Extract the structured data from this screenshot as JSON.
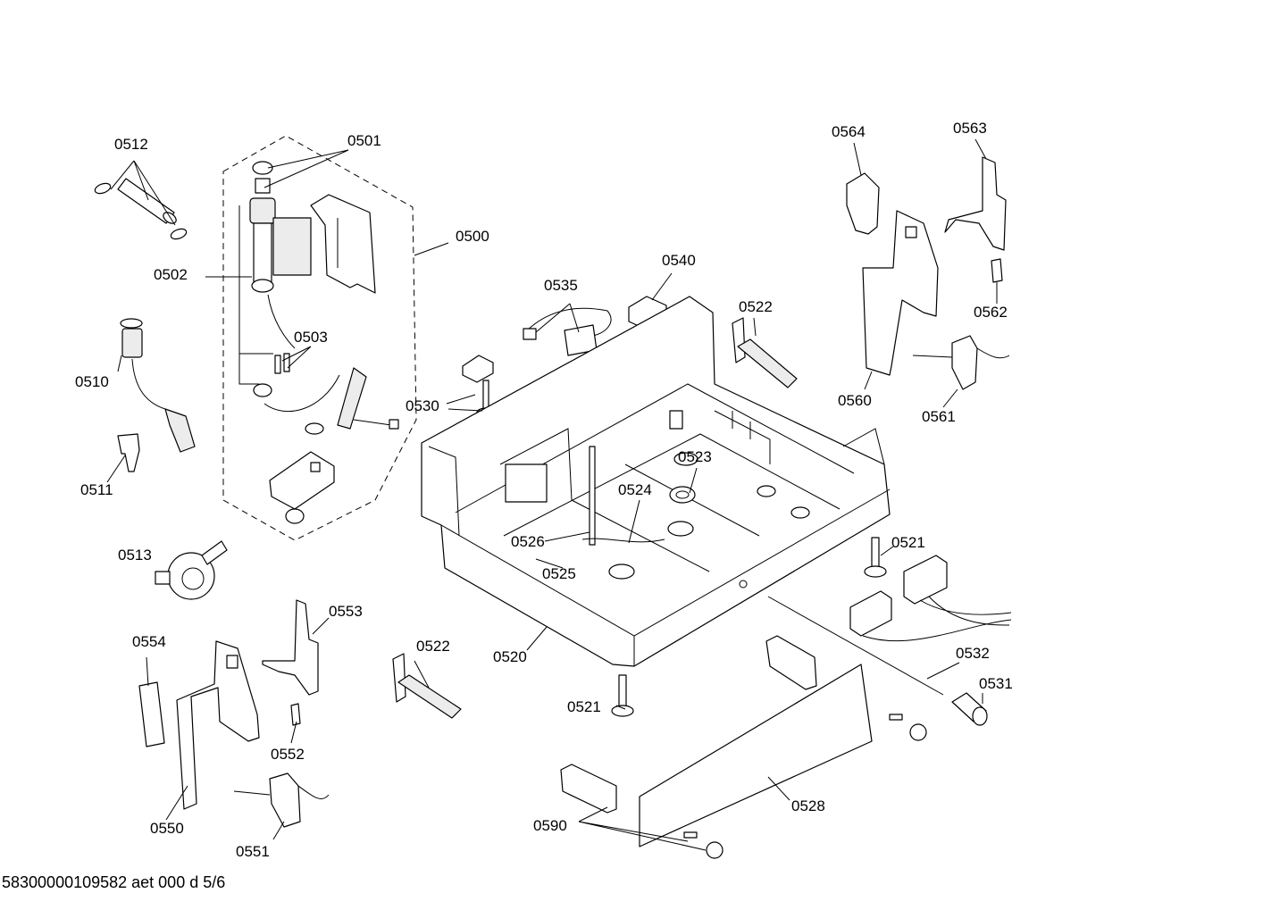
{
  "footer": {
    "document_code": "58300000109582 aet 000 d 5/6"
  },
  "labels": {
    "p0500": "0500",
    "p0501": "0501",
    "p0502": "0502",
    "p0503": "0503",
    "p0510": "0510",
    "p0511": "0511",
    "p0512": "0512",
    "p0513": "0513",
    "p0520": "0520",
    "p0521a": "0521",
    "p0521b": "0521",
    "p0522a": "0522",
    "p0522b": "0522",
    "p0523": "0523",
    "p0524": "0524",
    "p0525": "0525",
    "p0526": "0526",
    "p0528": "0528",
    "p0530": "0530",
    "p0531": "0531",
    "p0532": "0532",
    "p0535": "0535",
    "p0540": "0540",
    "p0550": "0550",
    "p0551": "0551",
    "p0552": "0552",
    "p0553": "0553",
    "p0554": "0554",
    "p0560": "0560",
    "p0561": "0561",
    "p0562": "0562",
    "p0563": "0563",
    "p0564": "0564",
    "p0590": "0590"
  }
}
